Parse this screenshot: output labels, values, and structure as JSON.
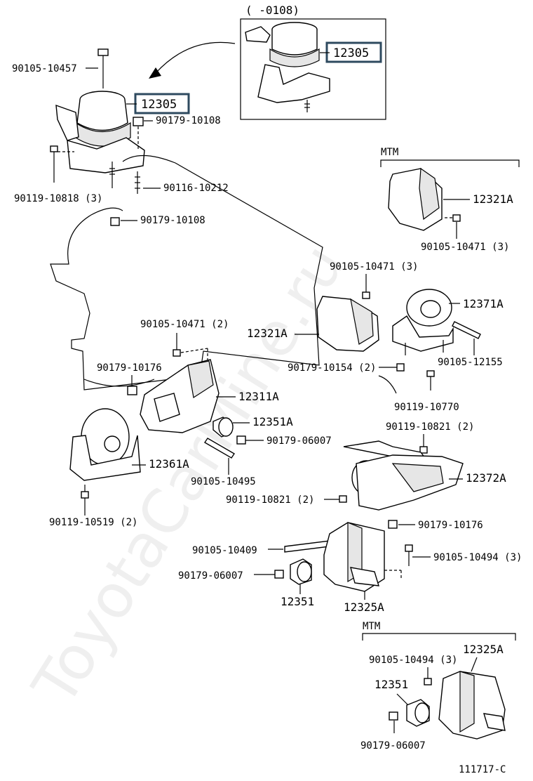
{
  "watermark": "ToyotaCarMine.ru",
  "inset_label": "(      -0108)",
  "figure_code": "111717-C",
  "groups": {
    "mtm_top": "MTM",
    "mtm_bottom": "MTM"
  },
  "highlight_color": "#2e4a5f",
  "labels": {
    "hl_inset": "12305",
    "hl_main": "12305",
    "p01": "90105-10457",
    "p02": "90179-10108",
    "p03": "90119-10818 (3)",
    "p04": "90116-10212",
    "p05": "90179-10108",
    "p06": "12321A",
    "p07": "90105-10471 (3)",
    "p08": "90105-10471 (3)",
    "p09": "12371A",
    "p10": "12321A",
    "p11": "90105-12155",
    "p12": "90179-10154 (2)",
    "p13": "90119-10770",
    "p14": "90105-10471 (2)",
    "p15": "90179-10176",
    "p16": "12311A",
    "p17": "12351A",
    "p18": "90179-06007",
    "p19": "12361A",
    "p20": "90105-10495",
    "p21": "90119-10519 (2)",
    "p22": "90119-10821 (2)",
    "p23": "12372A",
    "p24": "90119-10821 (2)",
    "p25": "90179-10176",
    "p26": "90105-10409",
    "p27": "90105-10494 (3)",
    "p28": "90179-06007",
    "p29": "12351",
    "p30": "12325A",
    "p31": "90105-10494 (3)",
    "p32": "12325A",
    "p33": "12351",
    "p34": "90179-06007"
  }
}
